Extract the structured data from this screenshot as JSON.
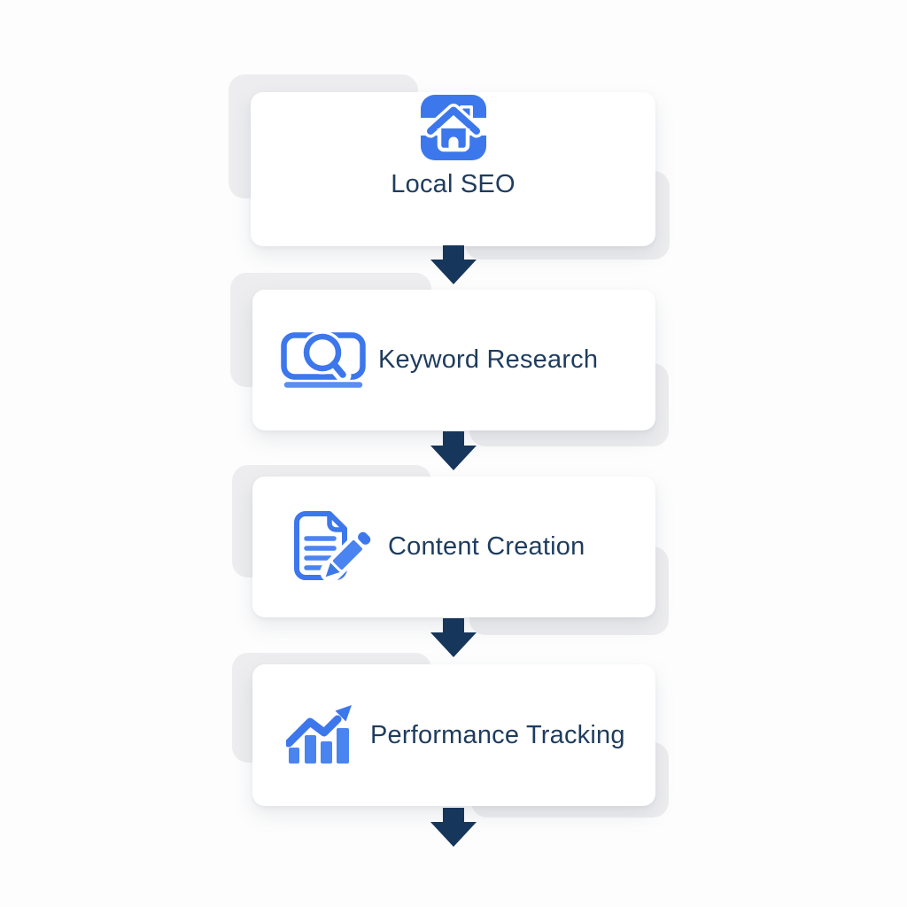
{
  "diagram": {
    "kind": "vertical-flowchart",
    "steps": [
      {
        "label": "Local SEO",
        "icon": "home-icon",
        "layout": "icon-top"
      },
      {
        "label": "Keyword Research",
        "icon": "laptop-search-icon",
        "layout": "icon-left"
      },
      {
        "label": "Content Creation",
        "icon": "document-edit-icon",
        "layout": "icon-left"
      },
      {
        "label": "Performance Tracking",
        "icon": "bar-chart-trend-icon",
        "layout": "icon-left"
      }
    ],
    "connectors": {
      "style": "down-arrow",
      "count": 4
    },
    "colors": {
      "icon_blue": "#3d77ec",
      "icon_blue_light": "#5b8df2",
      "icon_blue_mid": "#4a84f1",
      "label_text": "#1e3c5e",
      "arrow_navy": "#16365b",
      "card_background": "#ffffff",
      "shadow_card_gray": "#ededef",
      "page_background": "#fdfdfd"
    }
  }
}
